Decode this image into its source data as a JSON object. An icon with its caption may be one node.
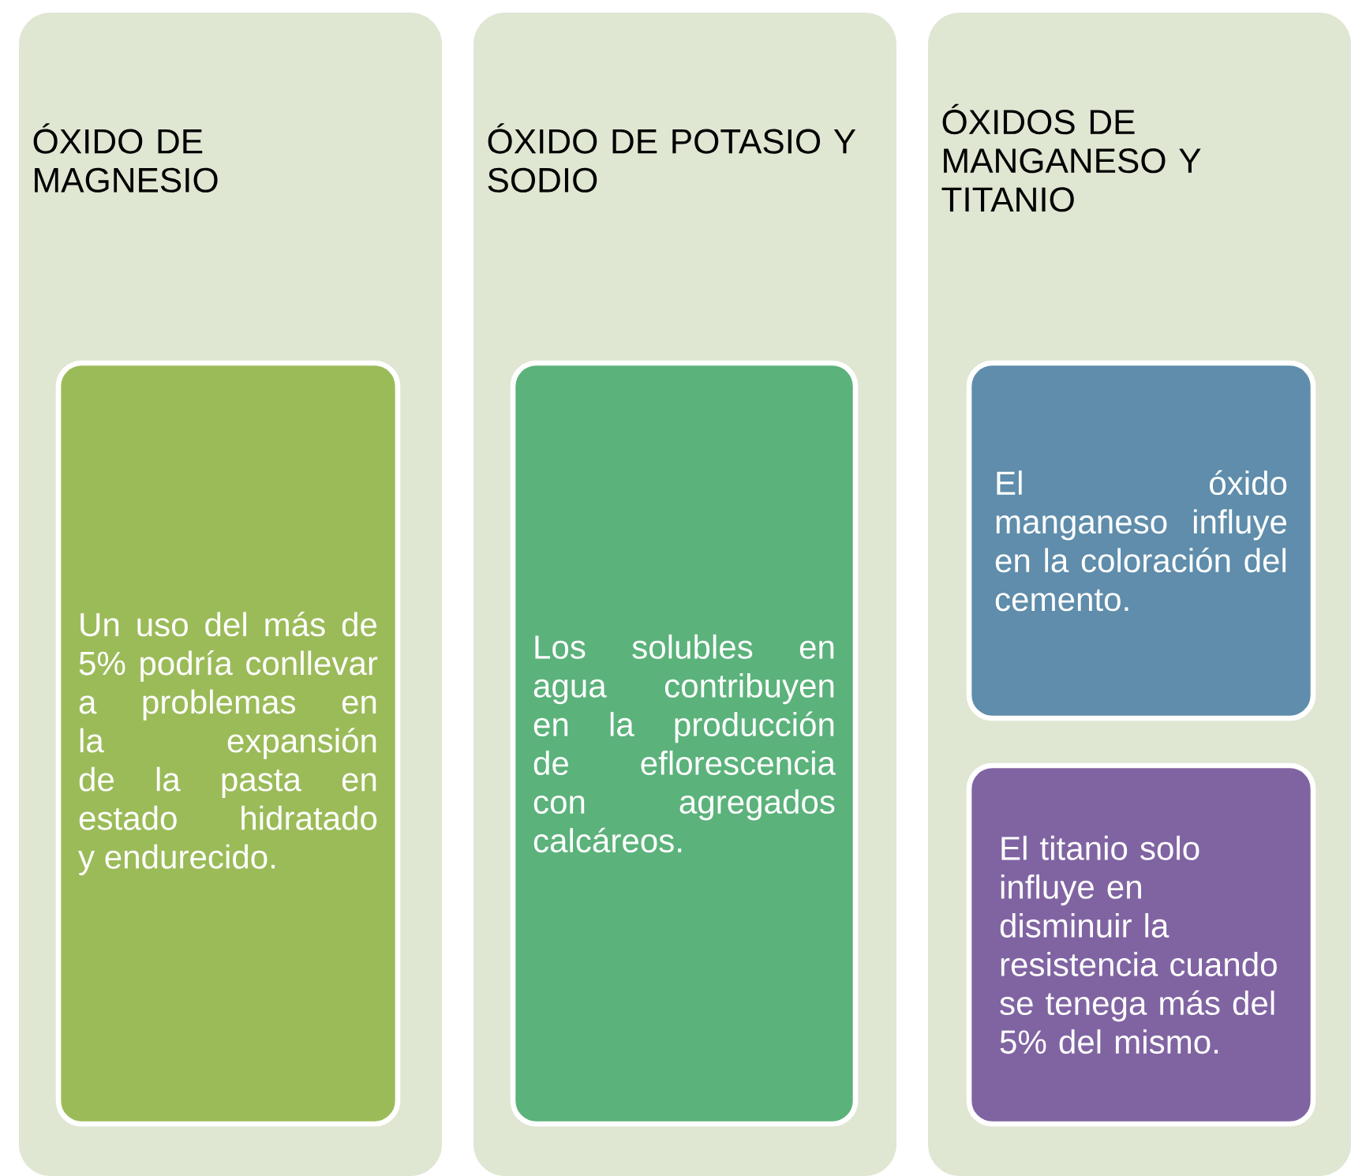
{
  "diagram": {
    "nodes": [
      {
        "text": [
          "ÓXIDO DE MAGNESIO"
        ]
      },
      {
        "text": [
          "Un uso del más de 5% podría conllevar a problemas en la expansión de la pasta en estado hidratado y endurecido."
        ],
        "in": 0
      },
      {
        "text": [
          "ÓXIDO DE POTASIO Y SODIO"
        ]
      },
      {
        "text": [
          "Los solubles en agua contribuyen en la producción de eflorescencia con agregados calcáreos."
        ],
        "in": 2
      },
      {
        "text": [
          "ÓXIDOS DE MANGANESO Y TITANIO"
        ]
      },
      {
        "text": [
          "El óxido manganeso influye en la coloración del cemento."
        ],
        "in": 4
      },
      {
        "text": [
          "El titanio solo influye en disminuir la resistencia cuando se tenega más del 5% del mismo."
        ],
        "in": 4
      }
    ]
  }
}
